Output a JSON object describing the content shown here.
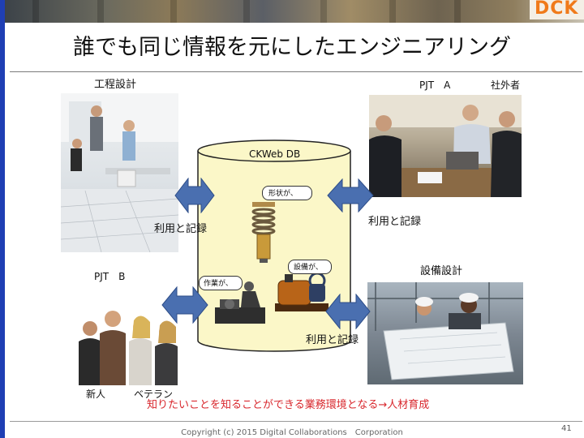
{
  "slide": {
    "logo": "DCK",
    "title": "誰でも同じ情報を元にしたエンジニアリング",
    "labels": {
      "process_design": "工程設計",
      "pjt_a": "PJT　A",
      "outside": "社外者",
      "pjt_b": "PJT　B",
      "facility_design": "設備設計",
      "newcomer": "新人",
      "veteran": "ベテラン",
      "db_name": "CKWeb  DB",
      "use_record_1": "利用と記録",
      "use_record_2": "利用と記録",
      "use_record_3": "利用と記録",
      "bubble_shape": "形状が、",
      "bubble_equipment": "設備が、",
      "bubble_work": "作業が、"
    },
    "tagline": "知りたいことを知ることができる業務環境となる→人材育成",
    "copyright": "Copyright (c) 2015 Digital Collaborations　Corporation",
    "page_number": "41"
  },
  "colors": {
    "accent_bar": "#1f3fb4",
    "logo": "#f07a1a",
    "arrow": "#4a6fb0",
    "db_fill": "#fbf7c8",
    "tagline": "#d8262c"
  }
}
